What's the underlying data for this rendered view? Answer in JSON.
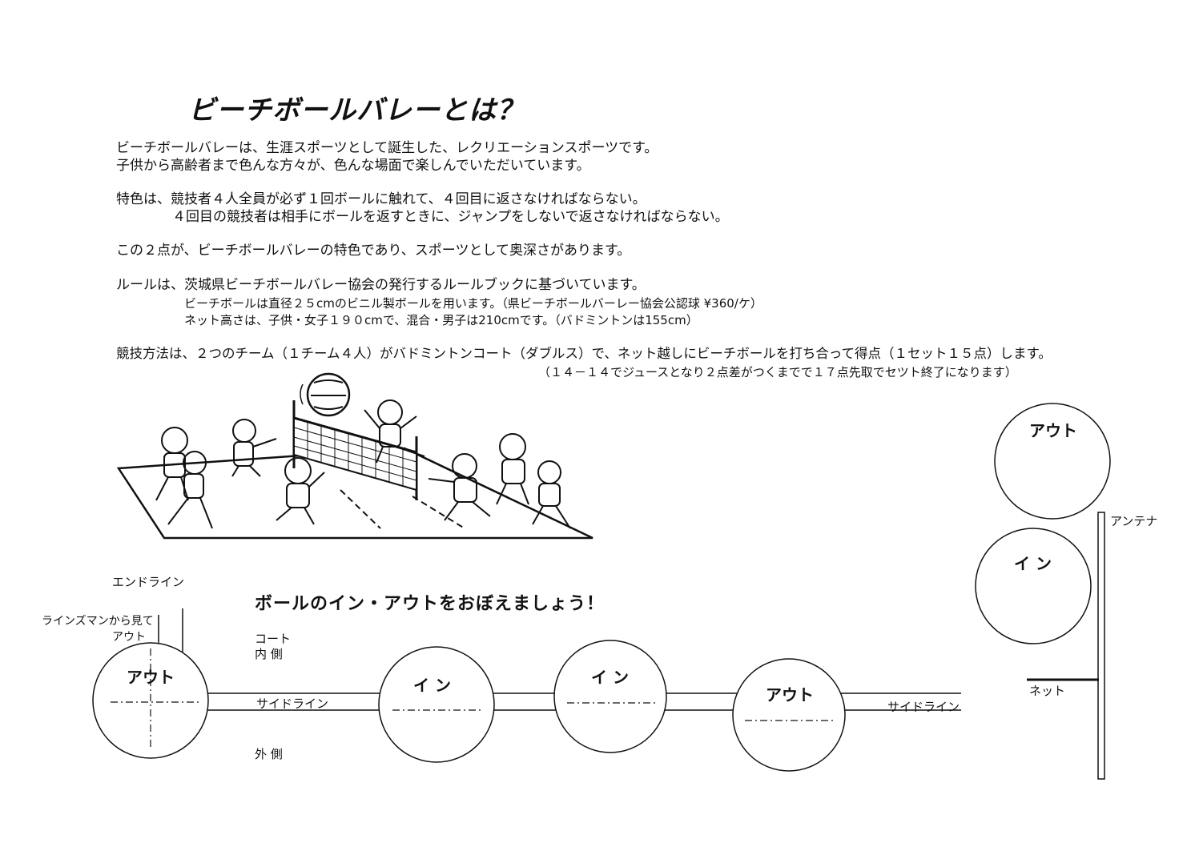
{
  "title": "ビーチボールバレーとは？",
  "intro": {
    "line1": "ビーチボールバレーは、生涯スポーツとして誕生した、レクリエーションスポーツです。",
    "line2": "子供から高齢者まで色んな方々が、色んな場面で楽しんでいただいています。"
  },
  "features": {
    "line1": "特色は、競技者４人全員が必ず１回ボールに触れて、４回目に返さなければならない。",
    "line2": "４回目の競技者は相手にボールを返すときに、ジャンプをしないで返さなければならない。"
  },
  "summary": "この２点が、ビーチボールバレーの特色であり、スポーツとして奥深さがあります。",
  "rules": {
    "line1": "ルールは、茨城県ビーチボールバレー協会の発行するルールブックに基づいています。",
    "line2": "ビーチボールは直径２５cmのビニル製ボールを用います。（県ビーチボールバーレー協会公認球 ¥360/ケ）",
    "line3": "ネット高さは、子供・女子１９０cmで、混合・男子は210cmです。（バドミントンは155cm）"
  },
  "method": {
    "line1": "競技方法は、２つのチーム（１チーム４人）がバドミントンコート（ダブルス）で、ネット越しにビーチボールを打ち合って得点（１セット１５点）します。",
    "line2": "（１４－１４でジュースとなり２点差がつくまでで１７点先取でセツト終了になります）"
  },
  "diagram": {
    "heading": "ボールのイン・アウトをおぼえましょう！",
    "end_line": "エンドライン",
    "linesman_1": "ラインズマンから見て",
    "linesman_2": "アウト",
    "court_1": "コート",
    "court_2": "内 側",
    "outside": "外 側",
    "side_line_1": "サイドライン",
    "side_line_2": "サイドライン",
    "ball_1": "アウト",
    "ball_2": "イ ン",
    "ball_3": "イ ン",
    "ball_4": "アウト",
    "ball_top": "アウト",
    "ball_mid": "イ ン",
    "antenna": "アンテナ",
    "net": "ネット"
  }
}
